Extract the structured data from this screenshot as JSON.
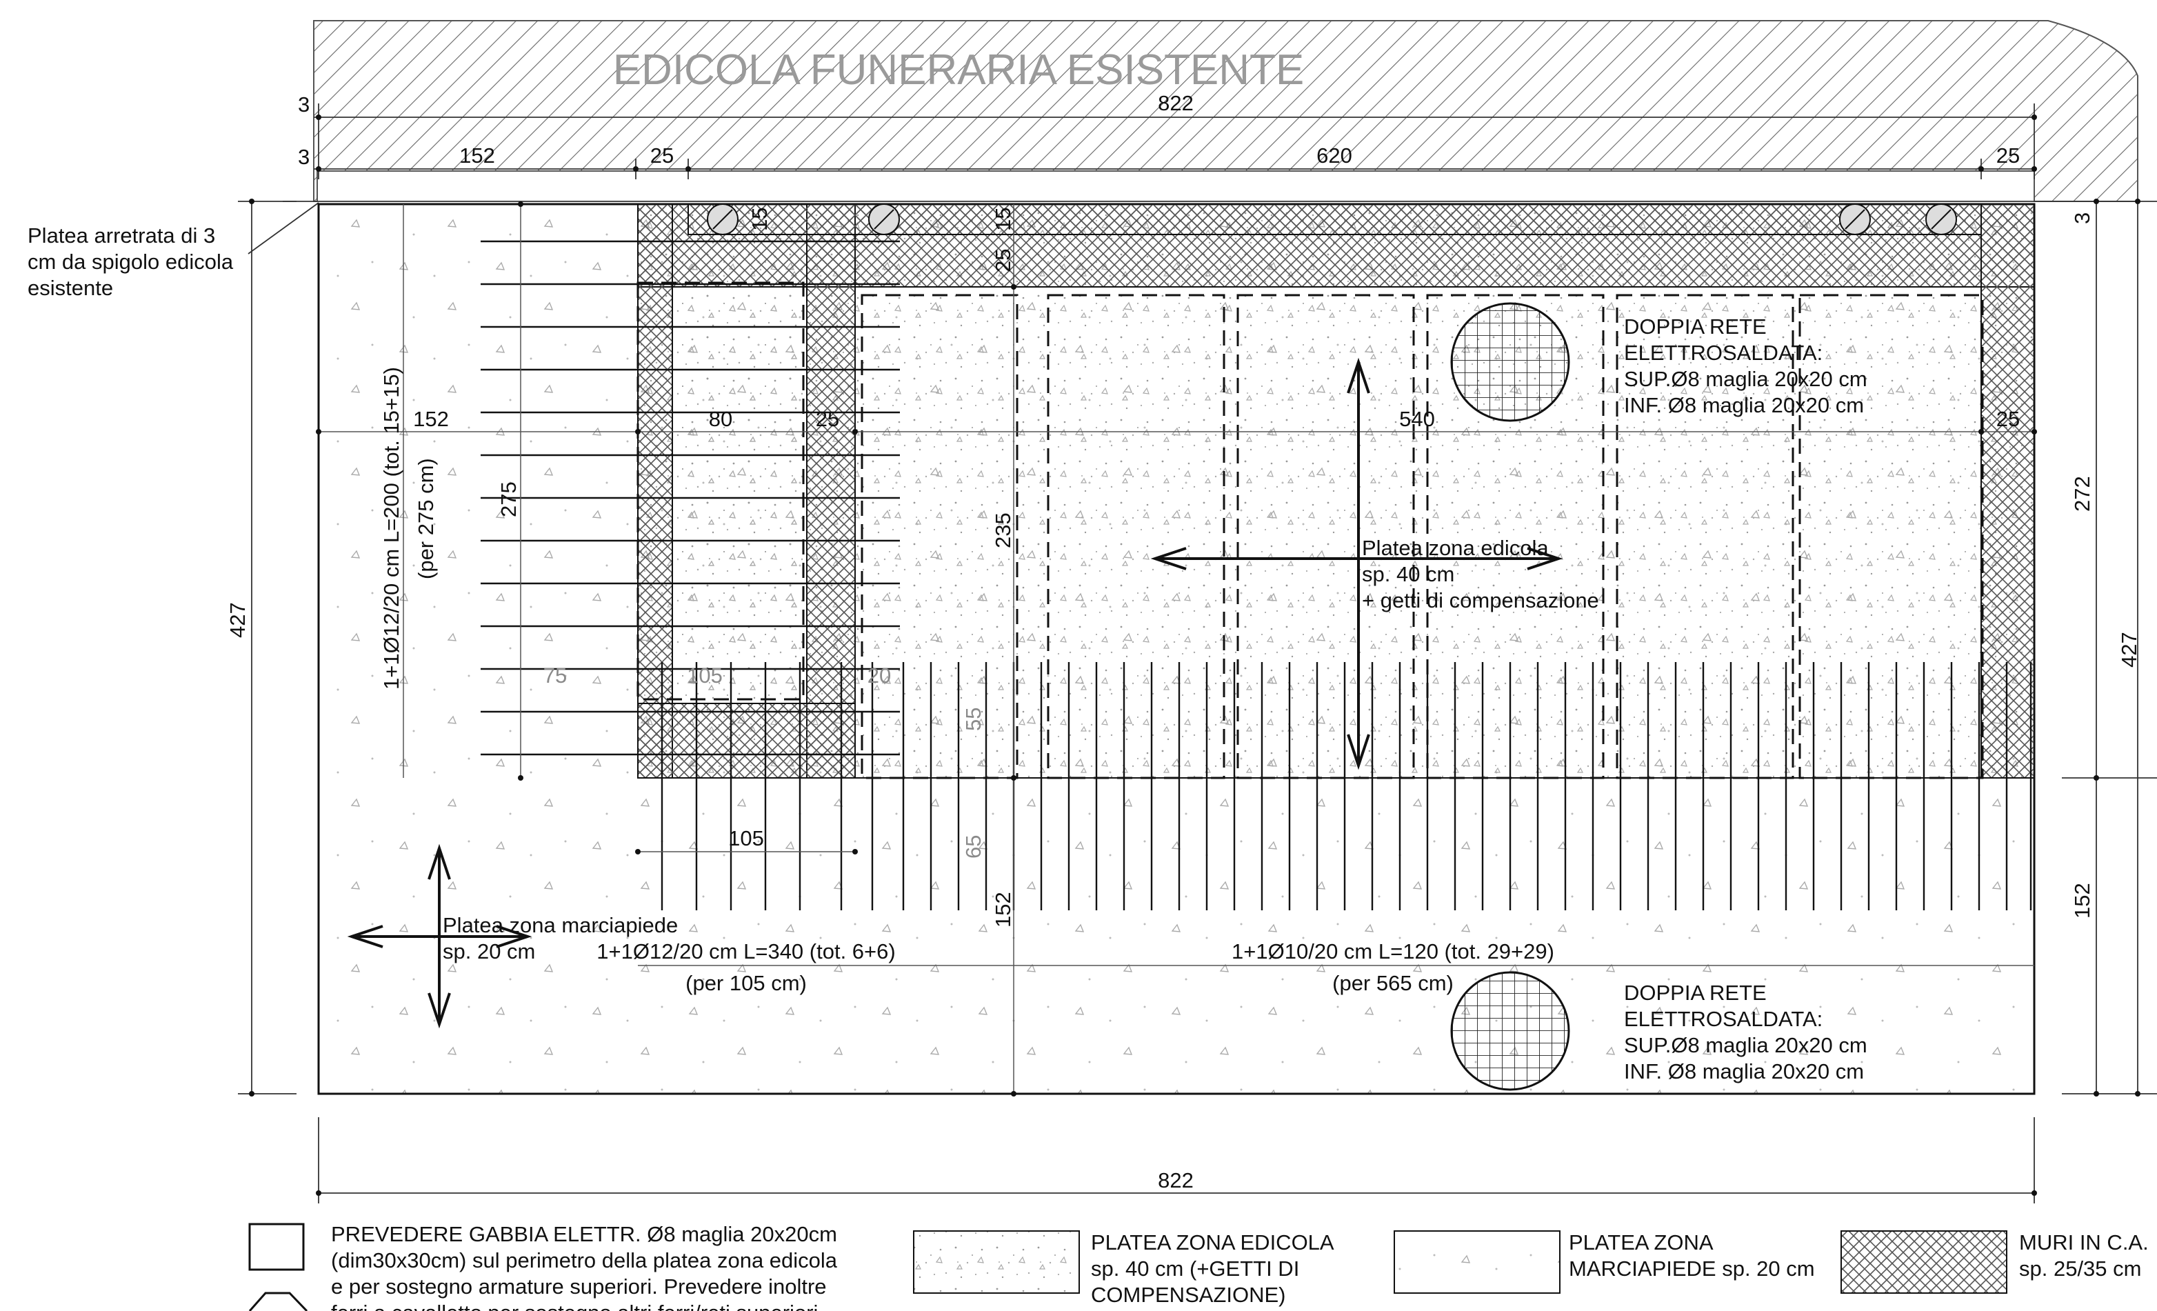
{
  "title": "EDICOLA FUNERARIA ESISTENTE",
  "dimensions": {
    "top_total": "822",
    "top_small_1": "3",
    "top_small_2": "3",
    "top_left": "152",
    "top_25_left": "25",
    "top_620": "620",
    "top_25_right": "25",
    "mid_left_152": "152",
    "mid_80": "80",
    "mid_25_left": "25",
    "mid_540": "540",
    "mid_25_right": "25",
    "v_15_a": "15",
    "v_15_b": "15",
    "v_25": "25",
    "v_275": "275",
    "v_235": "235",
    "v_55": "55",
    "v_65": "65",
    "v_152_mid": "152",
    "h_75": "75",
    "h_105_grey": "105",
    "h_20": "20",
    "h_105": "105",
    "left_427": "427",
    "right_3": "3",
    "right_272": "272",
    "right_427": "427",
    "right_152": "152",
    "bottom_822": "822"
  },
  "annotations": {
    "setback_note": [
      "Platea arretrata di 3",
      "cm da spigolo edicola",
      "esistente"
    ],
    "rebar_vertical_1": "1+1Ø12/20 cm L=200 (tot. 15+15)",
    "rebar_vertical_2": "(per 275 cm)",
    "mesh_top": [
      "DOPPIA RETE",
      "ELETTROSALDATA:",
      "SUP.Ø8 maglia 20x20 cm",
      "INF. Ø8 maglia 20x20 cm"
    ],
    "platea_edicola": [
      "Platea zona edicola",
      "sp. 40 cm",
      "+ getti di compensazione"
    ],
    "platea_marciapiede": [
      "Platea zona marciapiede",
      "sp. 20 cm"
    ],
    "rebar_bottom_left_1": "1+1Ø12/20 cm L=340 (tot. 6+6)",
    "rebar_bottom_left_2": "(per 105 cm)",
    "rebar_bottom_right_1": "1+1Ø10/20 cm L=120 (tot. 29+29)",
    "rebar_bottom_right_2": "(per 565 cm)",
    "mesh_bottom": [
      "DOPPIA RETE",
      "ELETTROSALDATA:",
      "SUP.Ø8 maglia 20x20 cm",
      "INF. Ø8 maglia 20x20 cm"
    ]
  },
  "legend": {
    "cage_note": [
      "PREVEDERE GABBIA ELETTR. Ø8 maglia 20x20cm",
      "(dim30x30cm) sul perimetro della platea zona edicola",
      "e per sostegno armature superiori. Prevedere inoltre",
      "ferri a cavalletto per sostegno altri ferri/reti superiori"
    ],
    "edicola": [
      "PLATEA ZONA EDICOLA",
      "sp. 40 cm (+GETTI DI",
      "COMPENSAZIONE)"
    ],
    "marciapiede": [
      "PLATEA ZONA",
      "MARCIAPIEDE sp. 20 cm"
    ],
    "muri": [
      "MURI IN C.A.",
      "sp. 25/35 cm"
    ]
  }
}
